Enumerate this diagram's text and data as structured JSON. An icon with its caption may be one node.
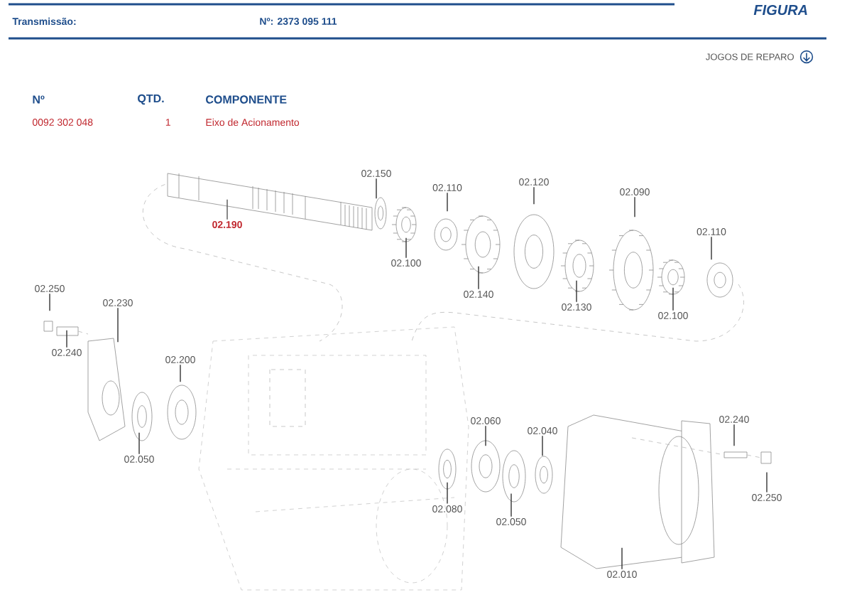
{
  "diagram": {
    "nodes": [
      {
        "text": [
          "02.190"
        ]
      },
      {
        "text": [
          "02.150"
        ]
      },
      {
        "text": [
          "02.110"
        ]
      },
      {
        "text": [
          "02.120"
        ]
      },
      {
        "text": [
          "02.090"
        ]
      },
      {
        "text": [
          "02.110"
        ]
      },
      {
        "text": [
          "02.100"
        ]
      },
      {
        "text": [
          "02.140"
        ]
      },
      {
        "text": [
          "02.130"
        ]
      },
      {
        "text": [
          "02.100"
        ]
      },
      {
        "text": [
          "02.250"
        ]
      },
      {
        "text": [
          "02.230"
        ]
      },
      {
        "text": [
          "02.240"
        ]
      },
      {
        "text": [
          "02.200"
        ]
      },
      {
        "text": [
          "02.050"
        ]
      },
      {
        "text": [
          "02.060"
        ]
      },
      {
        "text": [
          "02.040"
        ]
      },
      {
        "text": [
          "02.080"
        ]
      },
      {
        "text": [
          "02.050"
        ]
      },
      {
        "text": [
          "02.010"
        ]
      },
      {
        "text": [
          "02.240"
        ]
      },
      {
        "text": [
          "02.250"
        ]
      }
    ],
    "edges": [
      {
        "from": 0,
        "to": null,
        "arrow": "none",
        "color": "#555555"
      },
      {
        "from": 1,
        "to": null,
        "arrow": "none"
      },
      {
        "from": 2,
        "to": null,
        "arrow": "none"
      },
      {
        "from": 3,
        "to": null,
        "arrow": "none"
      },
      {
        "from": 4,
        "to": null,
        "arrow": "none"
      },
      {
        "from": 5,
        "to": null,
        "arrow": "none"
      },
      {
        "from": 6,
        "to": null,
        "arrow": "none"
      },
      {
        "from": 7,
        "to": null,
        "arrow": "none"
      },
      {
        "from": 8,
        "to": null,
        "arrow": "none"
      },
      {
        "from": 9,
        "to": null,
        "arrow": "none"
      },
      {
        "from": 10,
        "to": null,
        "arrow": "none"
      },
      {
        "from": 11,
        "to": null,
        "arrow": "none"
      },
      {
        "from": 12,
        "to": null,
        "arrow": "none"
      },
      {
        "from": 13,
        "to": null,
        "arrow": "none"
      },
      {
        "from": 14,
        "to": null,
        "arrow": "none"
      },
      {
        "from": 15,
        "to": null,
        "arrow": "none"
      },
      {
        "from": 16,
        "to": null,
        "arrow": "none"
      },
      {
        "from": 17,
        "to": null,
        "arrow": "none"
      },
      {
        "from": 18,
        "to": null,
        "arrow": "none"
      },
      {
        "from": 19,
        "to": null,
        "arrow": "none"
      },
      {
        "from": 20,
        "to": null,
        "arrow": "none"
      },
      {
        "from": 21,
        "to": null,
        "arrow": "none"
      }
    ],
    "labels": [
      "FIGURA",
      "Transmissão:",
      "Nº: 2373 095 111",
      "JOGOS DE REPARO",
      "Nº",
      "QTD.",
      "COMPONENTE",
      "0092 302 048",
      "1",
      "Eixo de Acionamento"
    ]
  }
}
